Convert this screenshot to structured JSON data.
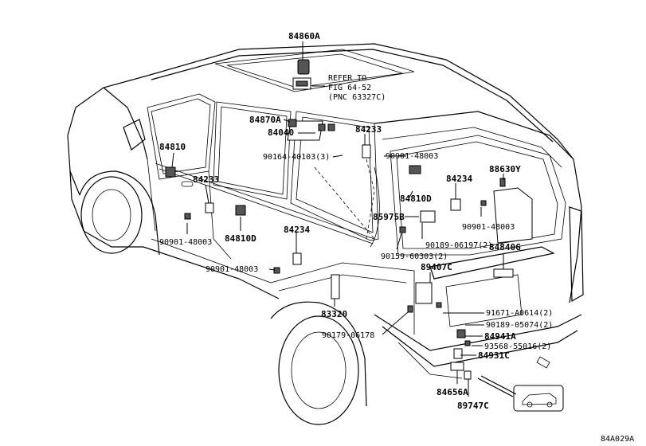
{
  "parts": {
    "p84860A": "84860A",
    "refer1": "REFER TO",
    "refer2": "FIG 64-52",
    "refer3": "(PNC 63327C)",
    "p84870A": "84870A",
    "p84040": "84040",
    "p84233a": "84233",
    "p90901_48003a": "90901-48003",
    "p90164": "90164-40103(3)",
    "p84810": "84810",
    "p84233b": "84233",
    "p84234a": "84234",
    "p88630Y": "88630Y",
    "p84810D_a": "84810D",
    "p85975B": "85975B",
    "p90901_48003b": "90901-48003",
    "p90189_06197": "90189-06197(2)",
    "p84840G": "84840G",
    "p90159": "90159-60303(2)",
    "p90901_48003c": "90901-48003",
    "p84810D_b": "84810D",
    "p84234b": "84234",
    "p90901_48003d": "90901-48003",
    "p89407C": "89407C",
    "p91671": "91671-A0614(2)",
    "p83320": "83320",
    "p90189_05074": "90189-05074(2)",
    "p90179": "90179-06178",
    "p84941A": "84941A",
    "p93568": "93568-55016(2)",
    "p84931C": "84931C",
    "p84656A": "84656A",
    "p89747C": "89747C"
  },
  "figure_id": "84A029A"
}
